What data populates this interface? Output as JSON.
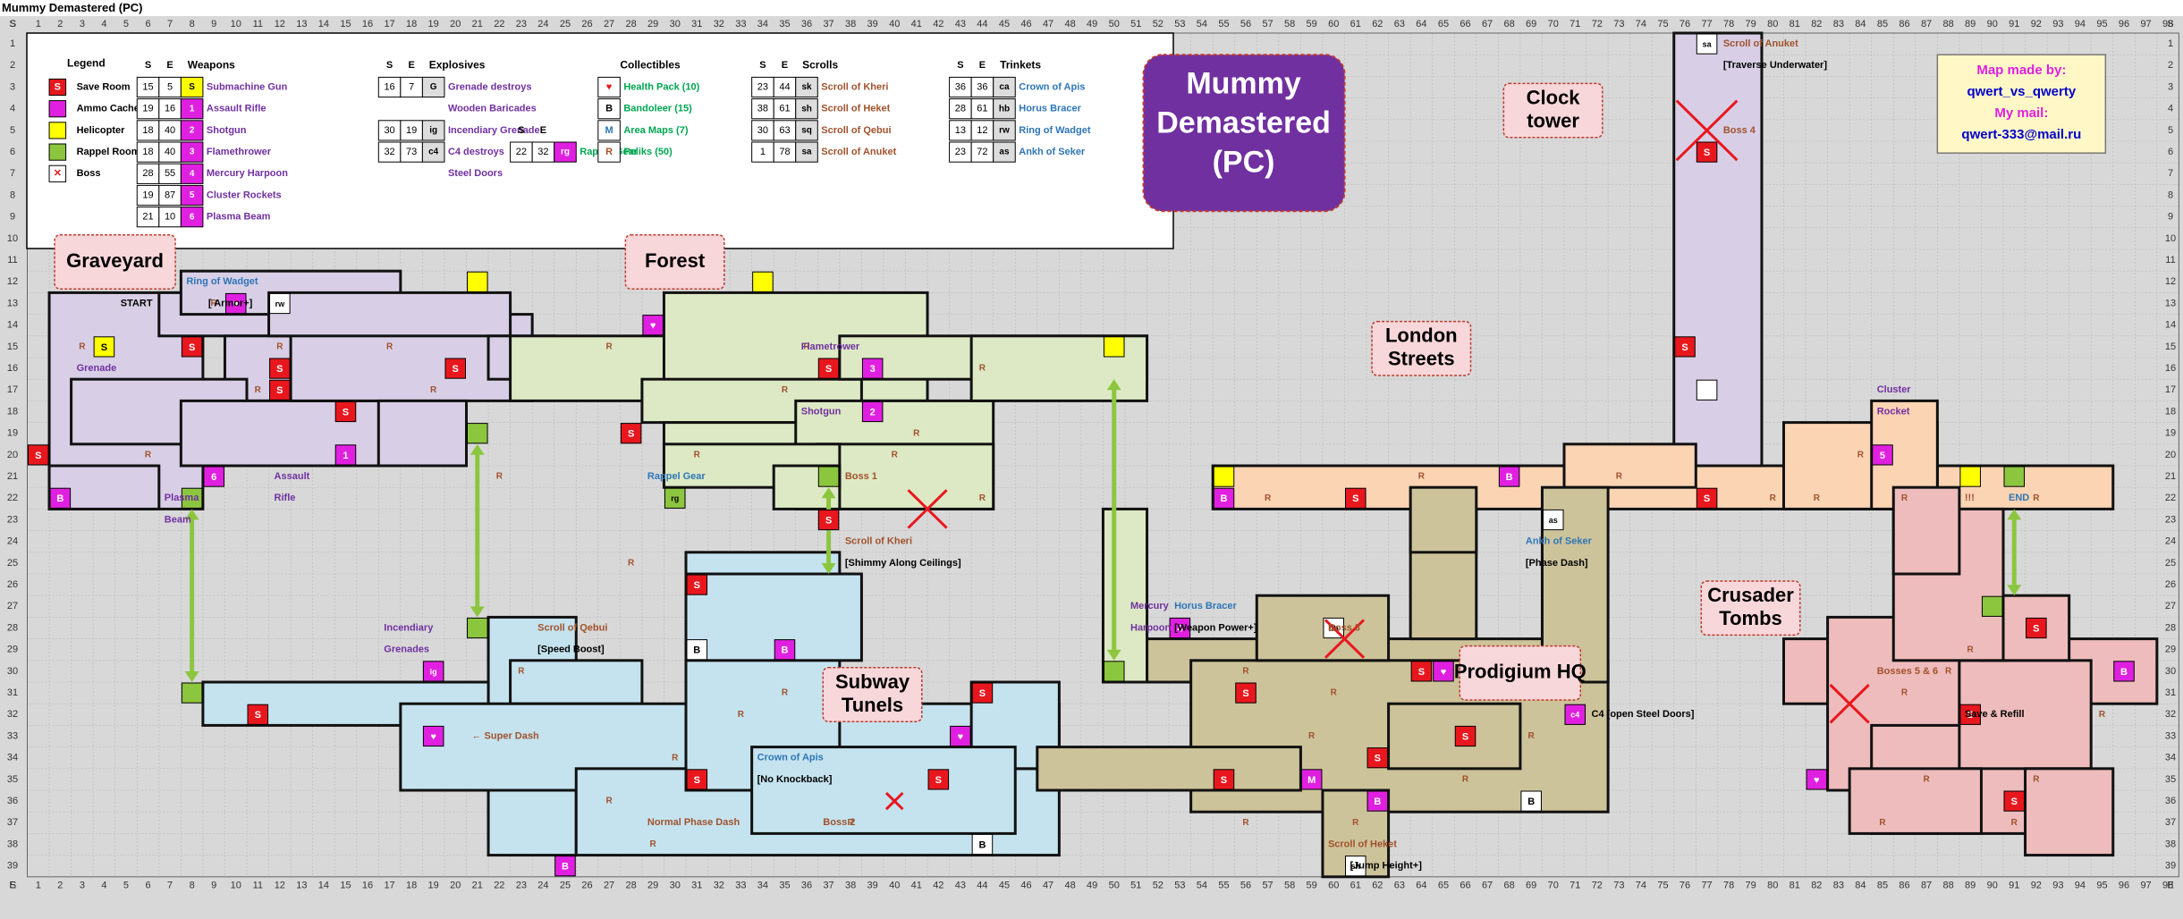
{
  "title": "Mummy Demastered (PC)",
  "grid": {
    "columns": [
      "S",
      "1",
      "2",
      "3",
      "4",
      "5",
      "6",
      "7",
      "8",
      "9",
      "10",
      "11",
      "12",
      "13",
      "14",
      "15",
      "16",
      "17",
      "18",
      "19",
      "20",
      "21",
      "22",
      "23",
      "24",
      "25",
      "26",
      "27",
      "28",
      "29",
      "30",
      "31",
      "32",
      "33",
      "34",
      "35",
      "36",
      "37",
      "38",
      "39",
      "40",
      "41",
      "42",
      "43",
      "44",
      "45",
      "46",
      "47",
      "48",
      "49",
      "50",
      "51",
      "52",
      "53",
      "54",
      "55",
      "56",
      "57",
      "58",
      "59",
      "60",
      "61",
      "62",
      "63",
      "64",
      "65",
      "66",
      "67",
      "68",
      "69",
      "70",
      "71",
      "72",
      "73",
      "74",
      "75",
      "76",
      "77",
      "78",
      "79",
      "80",
      "81",
      "82",
      "83",
      "84",
      "85",
      "86",
      "87",
      "88",
      "89",
      "90",
      "91",
      "92",
      "93",
      "94",
      "95",
      "96",
      "97",
      "98",
      "E"
    ],
    "rows": [
      "S",
      "1",
      "2",
      "3",
      "4",
      "5",
      "6",
      "7",
      "8",
      "9",
      "10",
      "11",
      "12",
      "13",
      "14",
      "15",
      "16",
      "17",
      "18",
      "19",
      "20",
      "21",
      "22",
      "23",
      "24",
      "25",
      "26",
      "27",
      "28",
      "29",
      "30",
      "31",
      "32",
      "33",
      "34",
      "35",
      "36",
      "37",
      "38",
      "39",
      "E"
    ]
  },
  "legend": {
    "heading": "Legend",
    "items": [
      {
        "sym": "S",
        "label": "Save Room",
        "color": "#e8171e"
      },
      {
        "sym": "",
        "label": "Ammo Cache",
        "color": "#e020e0"
      },
      {
        "sym": "",
        "label": "Helicopter",
        "color": "#ffff00"
      },
      {
        "sym": "",
        "label": "Rappel Room",
        "color": "#8cc63f"
      },
      {
        "sym": "✕",
        "label": "Boss",
        "color": "#ffffff"
      }
    ]
  },
  "weapons": {
    "heading": "Weapons",
    "col_s": "S",
    "col_e": "E",
    "rows": [
      {
        "s": "15",
        "e": "5",
        "sym": "S",
        "label": "Submachine Gun",
        "symcolor": "#ffff00"
      },
      {
        "s": "19",
        "e": "16",
        "sym": "1",
        "label": "Assault Rifle",
        "symcolor": "#e020e0"
      },
      {
        "s": "18",
        "e": "40",
        "sym": "2",
        "label": "Shotgun",
        "symcolor": "#e020e0"
      },
      {
        "s": "18",
        "e": "40",
        "sym": "3",
        "label": "Flamethrower",
        "symcolor": "#e020e0"
      },
      {
        "s": "28",
        "e": "55",
        "sym": "4",
        "label": "Mercury Harpoon",
        "symcolor": "#e020e0"
      },
      {
        "s": "19",
        "e": "87",
        "sym": "5",
        "label": "Cluster Rockets",
        "symcolor": "#e020e0"
      },
      {
        "s": "21",
        "e": "10",
        "sym": "6",
        "label": "Plasma Beam",
        "symcolor": "#e020e0"
      }
    ]
  },
  "explosives": {
    "heading": "Explosives",
    "col_s": "S",
    "col_e": "E",
    "rows": [
      {
        "s": "16",
        "e": "7",
        "sym": "G",
        "label_a": "Grenade",
        "label_b": " destroys"
      },
      {
        "s": "",
        "e": "",
        "sym": "",
        "label_a": "",
        "label_b": "Wooden Baricades"
      },
      {
        "s": "30",
        "e": "19",
        "sym": "ig",
        "label_a": "Incendiary Grenade",
        "label_b": ""
      },
      {
        "s": "32",
        "e": "73",
        "sym": "c4",
        "label_a": "",
        "label_b": "C4 destroys"
      },
      {
        "s": "",
        "e": "",
        "sym": "",
        "label_a": "",
        "label_b": "Steel Doors"
      }
    ],
    "rapple": {
      "col_s": "S",
      "col_e": "E",
      "s": "22",
      "e": "32",
      "sym": "rg",
      "label": "Rapple Gear"
    }
  },
  "collectibles": {
    "heading": "Collectibles",
    "rows": [
      {
        "sym": "♥",
        "label": "Health Pack (10)"
      },
      {
        "sym": "B",
        "label": "Bandoleer (15)"
      },
      {
        "sym": "M",
        "label": "Area Maps (7)"
      },
      {
        "sym": "R",
        "label": "Peliks (50)"
      }
    ]
  },
  "scrolls": {
    "heading": "Scrolls",
    "col_s": "S",
    "col_e": "E",
    "rows": [
      {
        "s": "23",
        "e": "44",
        "sym": "sk",
        "label": "Scroll of Kheri"
      },
      {
        "s": "38",
        "e": "61",
        "sym": "sh",
        "label": "Scroll of Heket"
      },
      {
        "s": "30",
        "e": "63",
        "sym": "sq",
        "label": "Scroll of Qebui"
      },
      {
        "s": "1",
        "e": "78",
        "sym": "sa",
        "label": "Scroll of Anuket"
      }
    ]
  },
  "trinkets": {
    "heading": "Trinkets",
    "col_s": "S",
    "col_e": "E",
    "rows": [
      {
        "s": "36",
        "e": "36",
        "sym": "ca",
        "label": "Crown of Apis"
      },
      {
        "s": "28",
        "e": "61",
        "sym": "hb",
        "label": "Horus Bracer"
      },
      {
        "s": "13",
        "e": "12",
        "sym": "rw",
        "label": "Ring of Wadget"
      },
      {
        "s": "23",
        "e": "72",
        "sym": "as",
        "label": "Ankh of Seker"
      }
    ]
  },
  "main_title": "Mummy\nDemastered\n(PC)",
  "credit": {
    "line1": "Map made by:",
    "line2": "qwert_vs_qwerty",
    "line3": "My mail:",
    "line4": "qwert-333@mail.ru"
  },
  "areas": [
    {
      "text": "Graveyard"
    },
    {
      "text": "Forest"
    },
    {
      "text": "Clock\ntower"
    },
    {
      "text": "London\nStreets"
    },
    {
      "text": "Subway\nTunels"
    },
    {
      "text": "Prodigium HQ"
    },
    {
      "text": "Crusader\nTombs"
    }
  ],
  "annotations": [
    {
      "t": "START"
    },
    {
      "t": "Ring of Wadget"
    },
    {
      "t": "[ Armor+]"
    },
    {
      "t": "Grenade"
    },
    {
      "t": "Assault"
    },
    {
      "t": "Rifle"
    },
    {
      "t": "Plasma"
    },
    {
      "t": "Beam"
    },
    {
      "t": "Flametrower"
    },
    {
      "t": "Shotgun"
    },
    {
      "t": "Rappel Gear"
    },
    {
      "t": "Boss 1"
    },
    {
      "t": "Scroll of Kheri"
    },
    {
      "t": "[Shimmy Along Ceilings]"
    },
    {
      "t": "Incendiary"
    },
    {
      "t": "Grenades"
    },
    {
      "t": "Scroll of Qebui"
    },
    {
      "t": "[Speed Boost]"
    },
    {
      "t": "← Super Dash"
    },
    {
      "t": "Crown of Apis"
    },
    {
      "t": "[No Knockback]"
    },
    {
      "t": "Normal Phase Dash"
    },
    {
      "t": "Boss 2"
    },
    {
      "t": "Mercury"
    },
    {
      "t": "Harpoon"
    },
    {
      "t": "Horus Bracer"
    },
    {
      "t": "[Weapon Power+]"
    },
    {
      "t": "Boss 3"
    },
    {
      "t": "C4 [open Steel Doors]"
    },
    {
      "t": "Scroll of Heket"
    },
    {
      "t": "[Jump Height+]"
    },
    {
      "t": "Ankh of Seker"
    },
    {
      "t": "[Phase Dash]"
    },
    {
      "t": "Scroll of Anuket"
    },
    {
      "t": "[Traverse Underwater]"
    },
    {
      "t": "Boss 4"
    },
    {
      "t": "Cluster"
    },
    {
      "t": "Rocket"
    },
    {
      "t": "!!!"
    },
    {
      "t": "END"
    },
    {
      "t": "Bosses 5 & 6"
    },
    {
      "t": "Save & Refill"
    }
  ],
  "colors": {
    "graveyard": "#d8cfe6",
    "forest": "#dde9c4",
    "clock": "#d8cfe6",
    "london": "#fbd4b4",
    "subway": "#c5e3ef",
    "hq": "#cdc39a",
    "crusader": "#eebcbc",
    "save": "#e8171e",
    "ammo": "#e020e0",
    "heli": "#ffff00",
    "rappel": "#8cc63f",
    "title_bg": "#7030a0",
    "tag_bg": "#f8d7da",
    "wall": "#111111",
    "grid": "#b9b9b9",
    "bg": "#d8d8d8"
  }
}
